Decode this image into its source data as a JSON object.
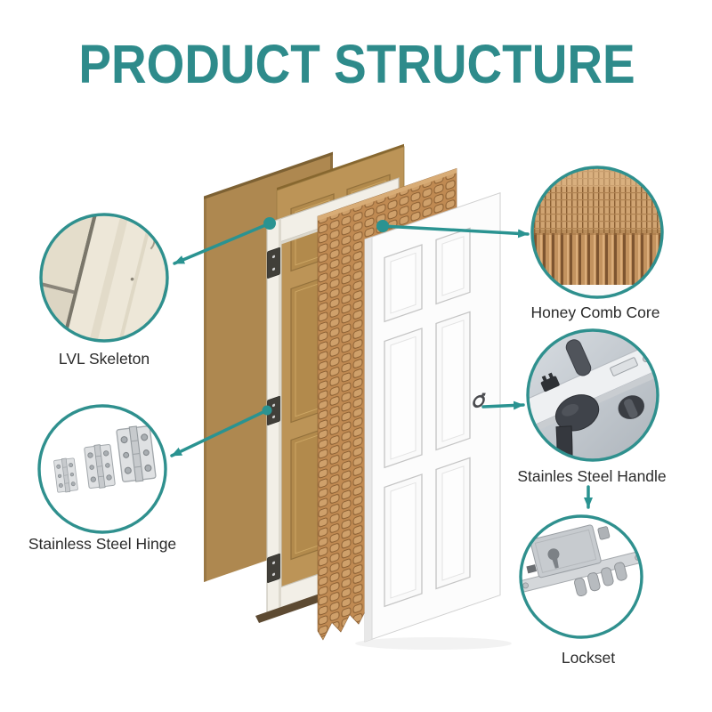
{
  "title": "PRODUCT STRUCTURE",
  "callouts": [
    {
      "id": "lvl-skeleton",
      "label": "LVL Skeleton",
      "side": "left",
      "photo": "lvl-wood-boards-photo"
    },
    {
      "id": "stainless-steel-hinge",
      "label": "Stainless Steel Hinge",
      "side": "left",
      "photo": "three-steel-hinges-photo"
    },
    {
      "id": "honey-comb-core",
      "label": "Honey Comb Core",
      "side": "right",
      "photo": "paper-honeycomb-core-photo"
    },
    {
      "id": "stainless-steel-handle",
      "label": "Stainles Steel Handle",
      "side": "right",
      "photo": "door-handle-lock-photo"
    },
    {
      "id": "lockset",
      "label": "Lockset",
      "side": "right",
      "photo": "mortise-lockset-photo"
    }
  ],
  "diagram": {
    "parts": [
      "back-door-skin",
      "molded-door-skin",
      "lvl-frame-with-hinges",
      "honeycomb-core-slab",
      "front-door-panel",
      "lock-cylinder",
      "threshold-strip"
    ]
  },
  "colors": {
    "title_teal": "#2E8B8B",
    "arrow_teal": "#2A9391",
    "circle_border_teal": "#2F908E",
    "label_text": "#2B2B2B",
    "door_tan": "#BC9457",
    "honeycomb_tan": "#C08A52",
    "front_door_white": "#FCFCFC"
  }
}
